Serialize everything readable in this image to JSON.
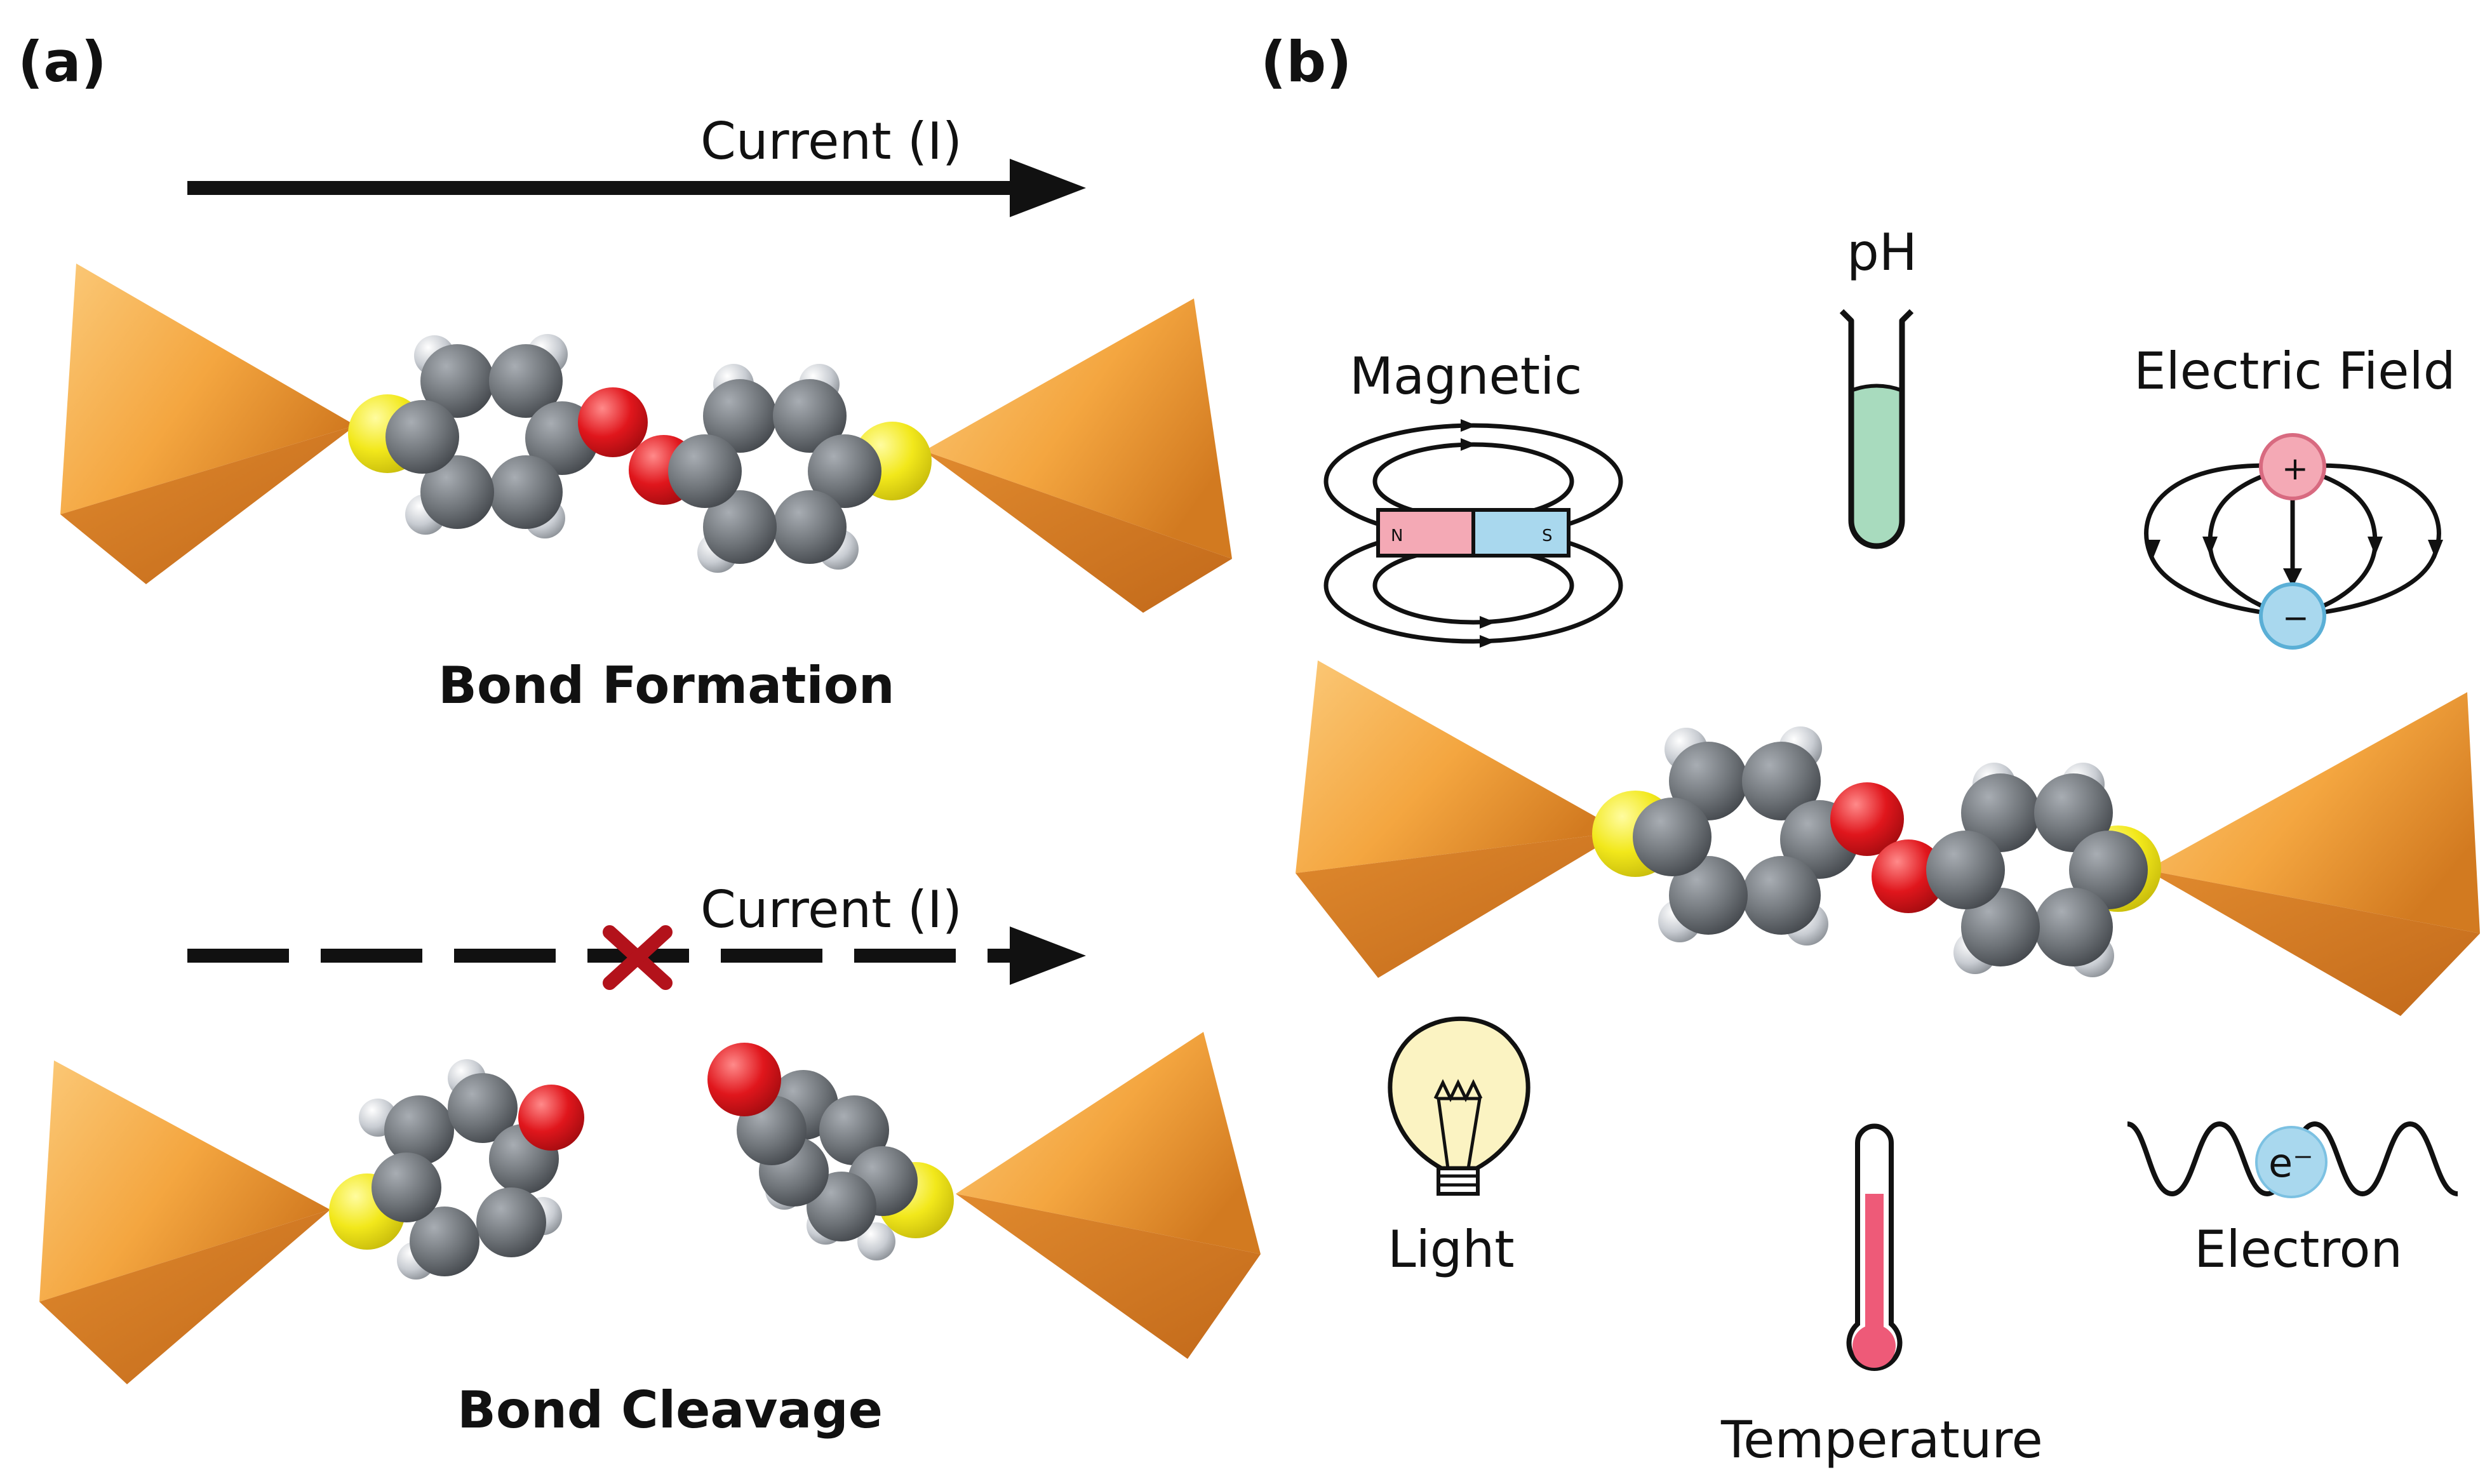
{
  "panel_a": {
    "label": "(a)",
    "current_label_top": "Current (I)",
    "current_label_bottom": "Current (I)",
    "caption_formation": "Bond Formation",
    "caption_cleavage": "Bond Cleavage"
  },
  "panel_b": {
    "label": "(b)",
    "stimuli": {
      "magnetic": "Magnetic",
      "ph": "pH",
      "electric_field": "Electric Field",
      "light": "Light",
      "temperature": "Temperature",
      "electron": "Electron"
    },
    "magnet_north": "N",
    "magnet_south": "S",
    "plus_sign": "+",
    "minus_sign": "−",
    "electron_symbol": "e⁻"
  },
  "colors": {
    "gold": "#F4A640",
    "sulfur": "#F2E81B",
    "oxygen": "#E0161C",
    "carbon": "#6E7378",
    "hydrogen": "#C8CCD2",
    "magnet_north": "#F4A9B5",
    "magnet_south": "#A9D8EE",
    "ph_liquid": "#A8DBBE",
    "thermo_red": "#EE5A78",
    "bulb": "#FBF3C2",
    "cross": "#B3121B"
  }
}
